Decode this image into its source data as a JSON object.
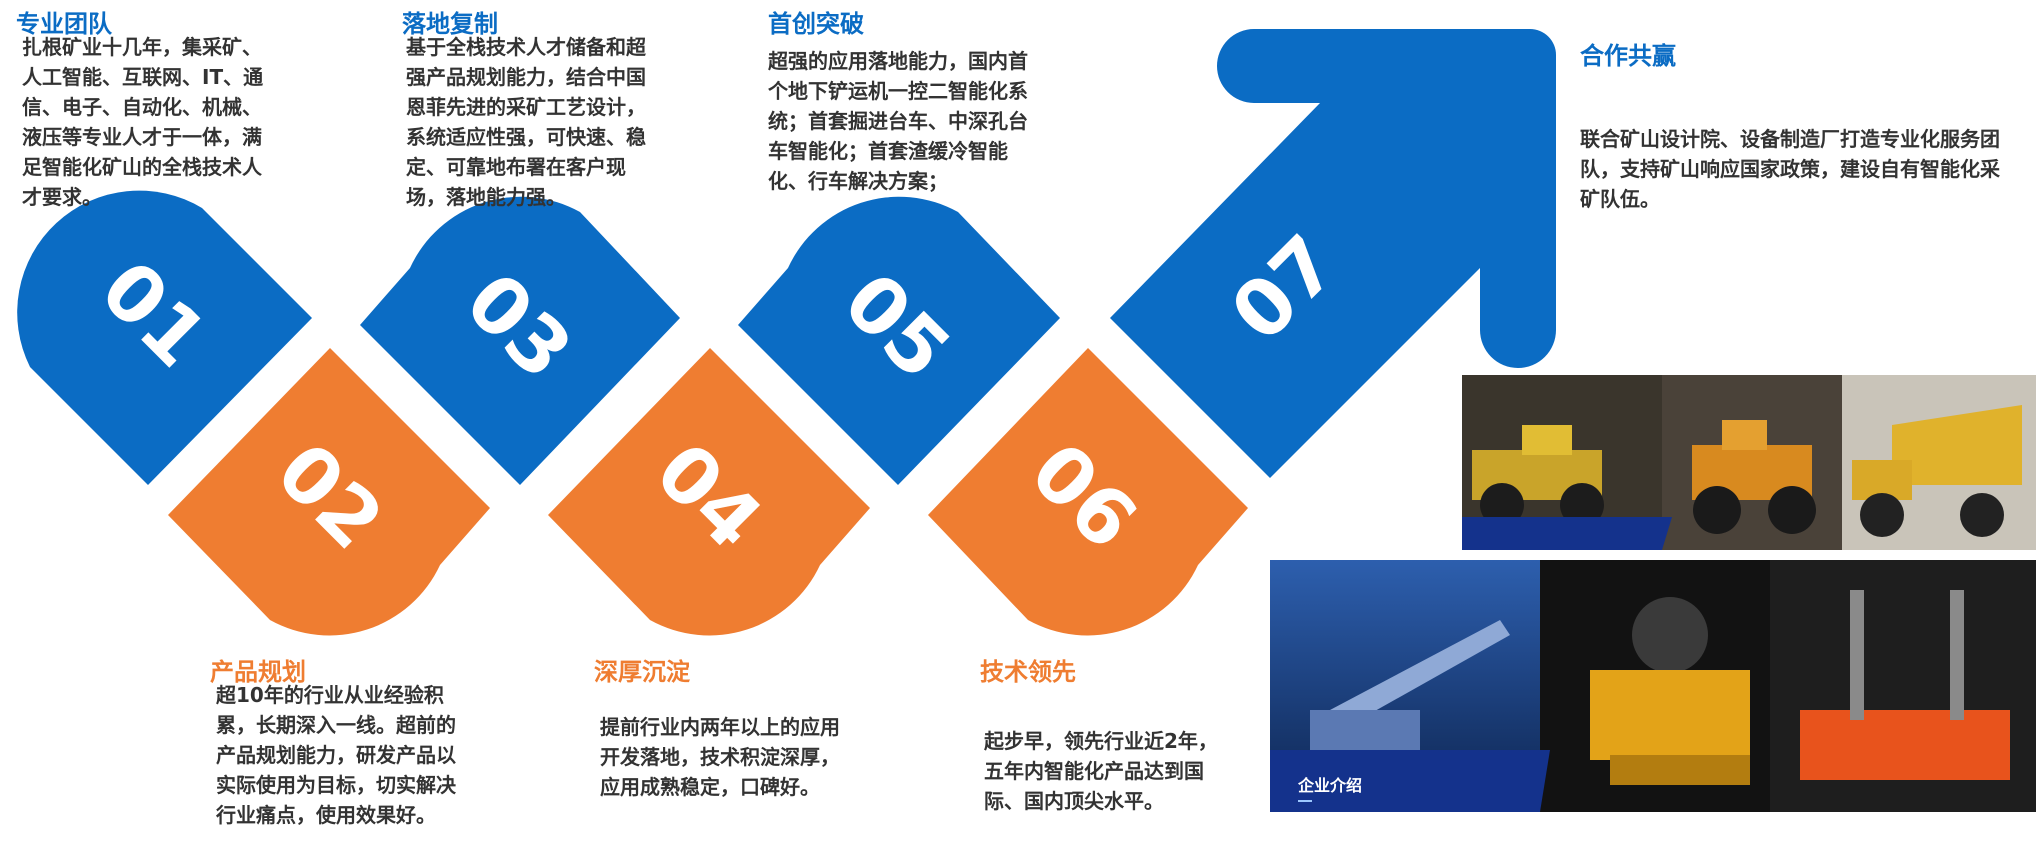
{
  "colors": {
    "blue": "#0b6cc4",
    "orange": "#ef7d31",
    "navy": "#14328c",
    "text": "#333333"
  },
  "steps": [
    {
      "num": "01",
      "title": "专业团队",
      "desc": "扎根矿业十几年，集采矿、人工智能、互联网、IT、通信、电子、自动化、机械、液压等专业人才于一体，满足智能化矿山的全栈技术人才要求。",
      "color": "blue"
    },
    {
      "num": "02",
      "title": "产品规划",
      "desc": "超10年的行业从业经验积累，长期深入一线。超前的产品规划能力，研发产品以实际使用为目标，切实解决行业痛点，使用效果好。",
      "color": "orange"
    },
    {
      "num": "03",
      "title": "落地复制",
      "desc": "基于全栈技术人才储备和超强产品规划能力，结合中国恩菲先进的采矿工艺设计，系统适应性强，可快速、稳定、可靠地布署在客户现场，落地能力强。",
      "color": "blue"
    },
    {
      "num": "04",
      "title": "深厚沉淀",
      "desc": "提前行业内两年以上的应用开发落地，技术积淀深厚，应用成熟稳定，口碑好。",
      "color": "orange"
    },
    {
      "num": "05",
      "title": "首创突破",
      "desc": "超强的应用落地能力，国内首个地下铲运机一控二智能化系统；首套掘进台车、中深孔台车智能化；首套渣缓冷智能化、行车解决方案；",
      "color": "blue"
    },
    {
      "num": "06",
      "title": "技术领先",
      "desc": "起步早，领先行业近2年，五年内智能化产品达到国际、国内顶尖水平。",
      "color": "orange"
    },
    {
      "num": "07",
      "title": "合作共赢",
      "desc": "联合矿山设计院、设备制造厂打造专业化服务团队，支持矿山响应国家政策，建设自有智能化采矿队伍。",
      "color": "blue"
    }
  ],
  "photos": {
    "bottom_label": "企业介绍"
  }
}
